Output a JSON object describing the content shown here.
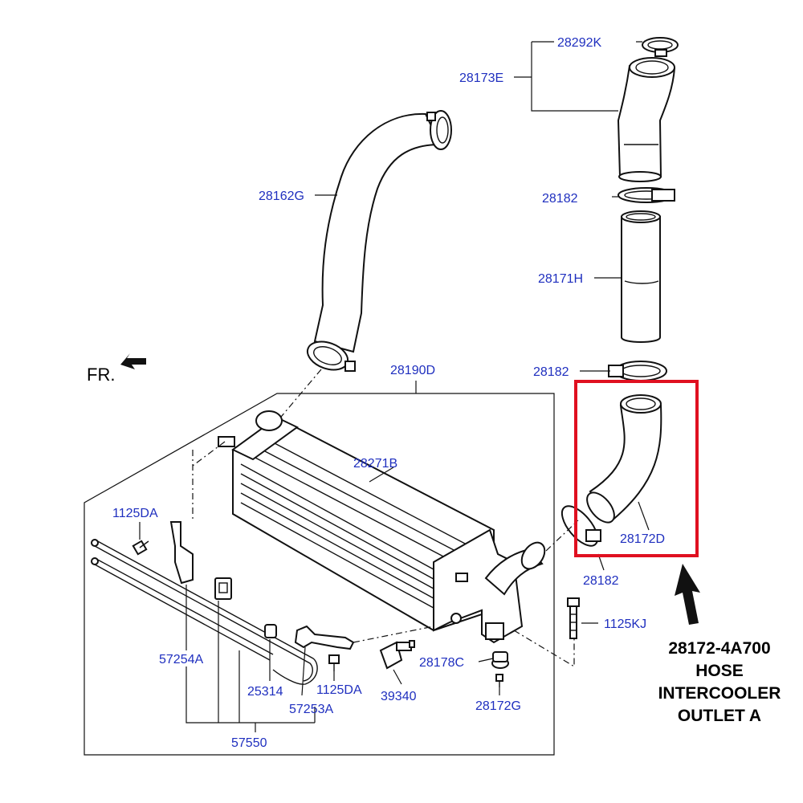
{
  "orientation_marker": "FR.",
  "part_labels": {
    "p28292K": "28292K",
    "p28173E": "28173E",
    "p28182_top": "28182",
    "p28171H": "28171H",
    "p28182_mid": "28182",
    "p28162G": "28162G",
    "p28190D": "28190D",
    "p28271B": "28271B",
    "p28172D": "28172D",
    "p28182_low": "28182",
    "p1125KJ": "1125KJ",
    "p1125DA_top": "1125DA",
    "p57254A": "57254A",
    "p25314": "25314",
    "p1125DA_low": "1125DA",
    "p57253A": "57253A",
    "p39340": "39340",
    "p28178C": "28178C",
    "p28172G": "28172G",
    "p57550": "57550"
  },
  "highlight": {
    "color": "#e01020",
    "caption": [
      "28172-4A700",
      "HOSE",
      "INTERCOOLER",
      "OUTLET A"
    ]
  },
  "colors": {
    "label": "#1f2fbf",
    "line": "#111111"
  }
}
